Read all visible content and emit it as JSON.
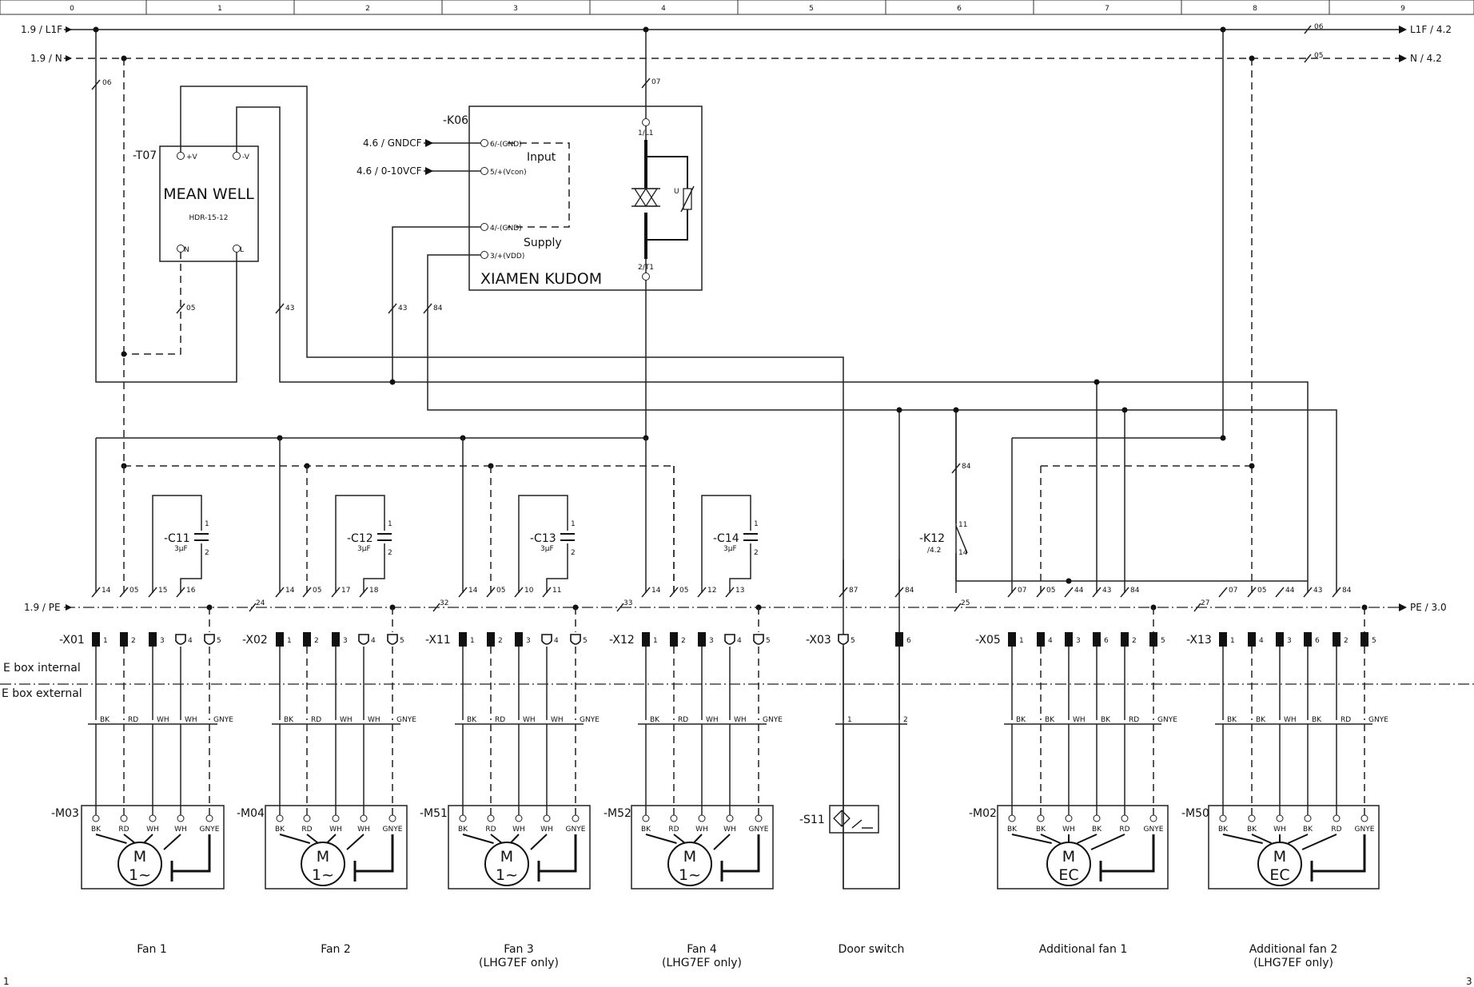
{
  "ruler": {
    "columns": [
      "0",
      "1",
      "2",
      "3",
      "4",
      "5",
      "6",
      "7",
      "8",
      "9"
    ]
  },
  "page_numbers": {
    "left": "1",
    "right": "3"
  },
  "buses": {
    "l1f_in": "1.9 / L1F",
    "l1f_out": "L1F / 4.2",
    "n_in": "1.9 / N",
    "n_out": "N / 4.2",
    "pe_in": "1.9 / PE",
    "pe_out": "PE / 3.0"
  },
  "psu": {
    "ref": "-T07",
    "maker": "MEAN WELL",
    "model": "HDR-15-12",
    "pins": {
      "vplus": "+V",
      "vminus": "-V",
      "n": "N",
      "l": "L"
    }
  },
  "relay": {
    "ref": "-K06",
    "maker": "XIAMEN KUDOM",
    "input_label": "Input",
    "supply_label": "Supply",
    "pins": [
      "6/-(GND)",
      "5/+(Vcon)",
      "4/-(GND)",
      "3/+(VDD)"
    ],
    "terminal_top": "1/L1",
    "terminal_bottom": "2/T1",
    "varistor_label": "U",
    "xref_gnd": "4.6 / GNDCF",
    "xref_vcon": "4.6 / 0-10VCF"
  },
  "wire_numbers": {
    "n06": "06",
    "n07": "07",
    "n05": "05",
    "n43": "43",
    "n84": "84",
    "top06": "06",
    "top05": "05",
    "n24": "24",
    "n32": "32",
    "n33": "33",
    "n25": "25",
    "n27": "27"
  },
  "capacitors": [
    {
      "ref": "-C11",
      "value": "3µF",
      "p1": "1",
      "p2": "2"
    },
    {
      "ref": "-C12",
      "value": "3µF",
      "p1": "1",
      "p2": "2"
    },
    {
      "ref": "-C13",
      "value": "3µF",
      "p1": "1",
      "p2": "2"
    },
    {
      "ref": "-C14",
      "value": "3µF",
      "p1": "1",
      "p2": "2"
    }
  ],
  "k12": {
    "ref": "-K12",
    "xref": "/4.2",
    "p11": "11",
    "p14": "14",
    "wire": "84"
  },
  "terminal_groups": [
    {
      "ref": "-X01",
      "wires": [
        "14",
        "05",
        "15",
        "16"
      ],
      "terms": [
        "1",
        "2",
        "3",
        "4",
        "5"
      ]
    },
    {
      "ref": "-X02",
      "wires": [
        "14",
        "05",
        "17",
        "18"
      ],
      "terms": [
        "1",
        "2",
        "3",
        "4",
        "5"
      ]
    },
    {
      "ref": "-X11",
      "wires": [
        "14",
        "05",
        "10",
        "11"
      ],
      "terms": [
        "1",
        "2",
        "3",
        "4",
        "5"
      ]
    },
    {
      "ref": "-X12",
      "wires": [
        "14",
        "05",
        "12",
        "13"
      ],
      "terms": [
        "1",
        "2",
        "3",
        "4",
        "5"
      ]
    },
    {
      "ref": "-X03",
      "wires": [
        "87",
        "84"
      ],
      "terms": [
        "5",
        "6"
      ]
    },
    {
      "ref": "-X05",
      "wires": [
        "07",
        "05",
        "44",
        "43",
        "84"
      ],
      "terms": [
        "1",
        "4",
        "3",
        "6",
        "2",
        "5"
      ]
    },
    {
      "ref": "-X13",
      "wires": [
        "07",
        "05",
        "44",
        "43",
        "84"
      ],
      "terms": [
        "1",
        "4",
        "3",
        "6",
        "2",
        "5"
      ]
    }
  ],
  "zones": {
    "internal": "E box internal",
    "external": "E box external"
  },
  "cables": [
    [
      "BK",
      "RD",
      "WH",
      "WH",
      "GNYE"
    ],
    [
      "BK",
      "RD",
      "WH",
      "WH",
      "GNYE"
    ],
    [
      "BK",
      "RD",
      "WH",
      "WH",
      "GNYE"
    ],
    [
      "BK",
      "RD",
      "WH",
      "WH",
      "GNYE"
    ],
    [
      "1",
      "2"
    ],
    [
      "BK",
      "BK",
      "WH",
      "BK",
      "RD",
      "GNYE"
    ],
    [
      "BK",
      "BK",
      "WH",
      "BK",
      "RD",
      "GNYE"
    ]
  ],
  "motors": [
    {
      "ref": "-M03",
      "m": "M",
      "type": "1~",
      "pins": [
        "BK",
        "RD",
        "WH",
        "WH",
        "GNYE"
      ]
    },
    {
      "ref": "-M04",
      "m": "M",
      "type": "1~",
      "pins": [
        "BK",
        "RD",
        "WH",
        "WH",
        "GNYE"
      ]
    },
    {
      "ref": "-M51",
      "m": "M",
      "type": "1~",
      "pins": [
        "BK",
        "RD",
        "WH",
        "WH",
        "GNYE"
      ]
    },
    {
      "ref": "-M52",
      "m": "M",
      "type": "1~",
      "pins": [
        "BK",
        "RD",
        "WH",
        "WH",
        "GNYE"
      ]
    },
    {
      "ref": "-M02",
      "m": "M",
      "type": "EC",
      "pins": [
        "BK",
        "BK",
        "WH",
        "BK",
        "RD",
        "GNYE"
      ]
    },
    {
      "ref": "-M50",
      "m": "M",
      "type": "EC",
      "pins": [
        "BK",
        "BK",
        "WH",
        "BK",
        "RD",
        "GNYE"
      ]
    }
  ],
  "switch": {
    "ref": "-S11"
  },
  "captions": [
    {
      "line1": "Fan 1",
      "line2": ""
    },
    {
      "line1": "Fan 2",
      "line2": ""
    },
    {
      "line1": "Fan 3",
      "line2": "(LHG7EF only)"
    },
    {
      "line1": "Fan 4",
      "line2": "(LHG7EF only)"
    },
    {
      "line1": "Door switch",
      "line2": ""
    },
    {
      "line1": "Additional fan 1",
      "line2": ""
    },
    {
      "line1": "Additional fan 2",
      "line2": "(LHG7EF only)"
    }
  ]
}
